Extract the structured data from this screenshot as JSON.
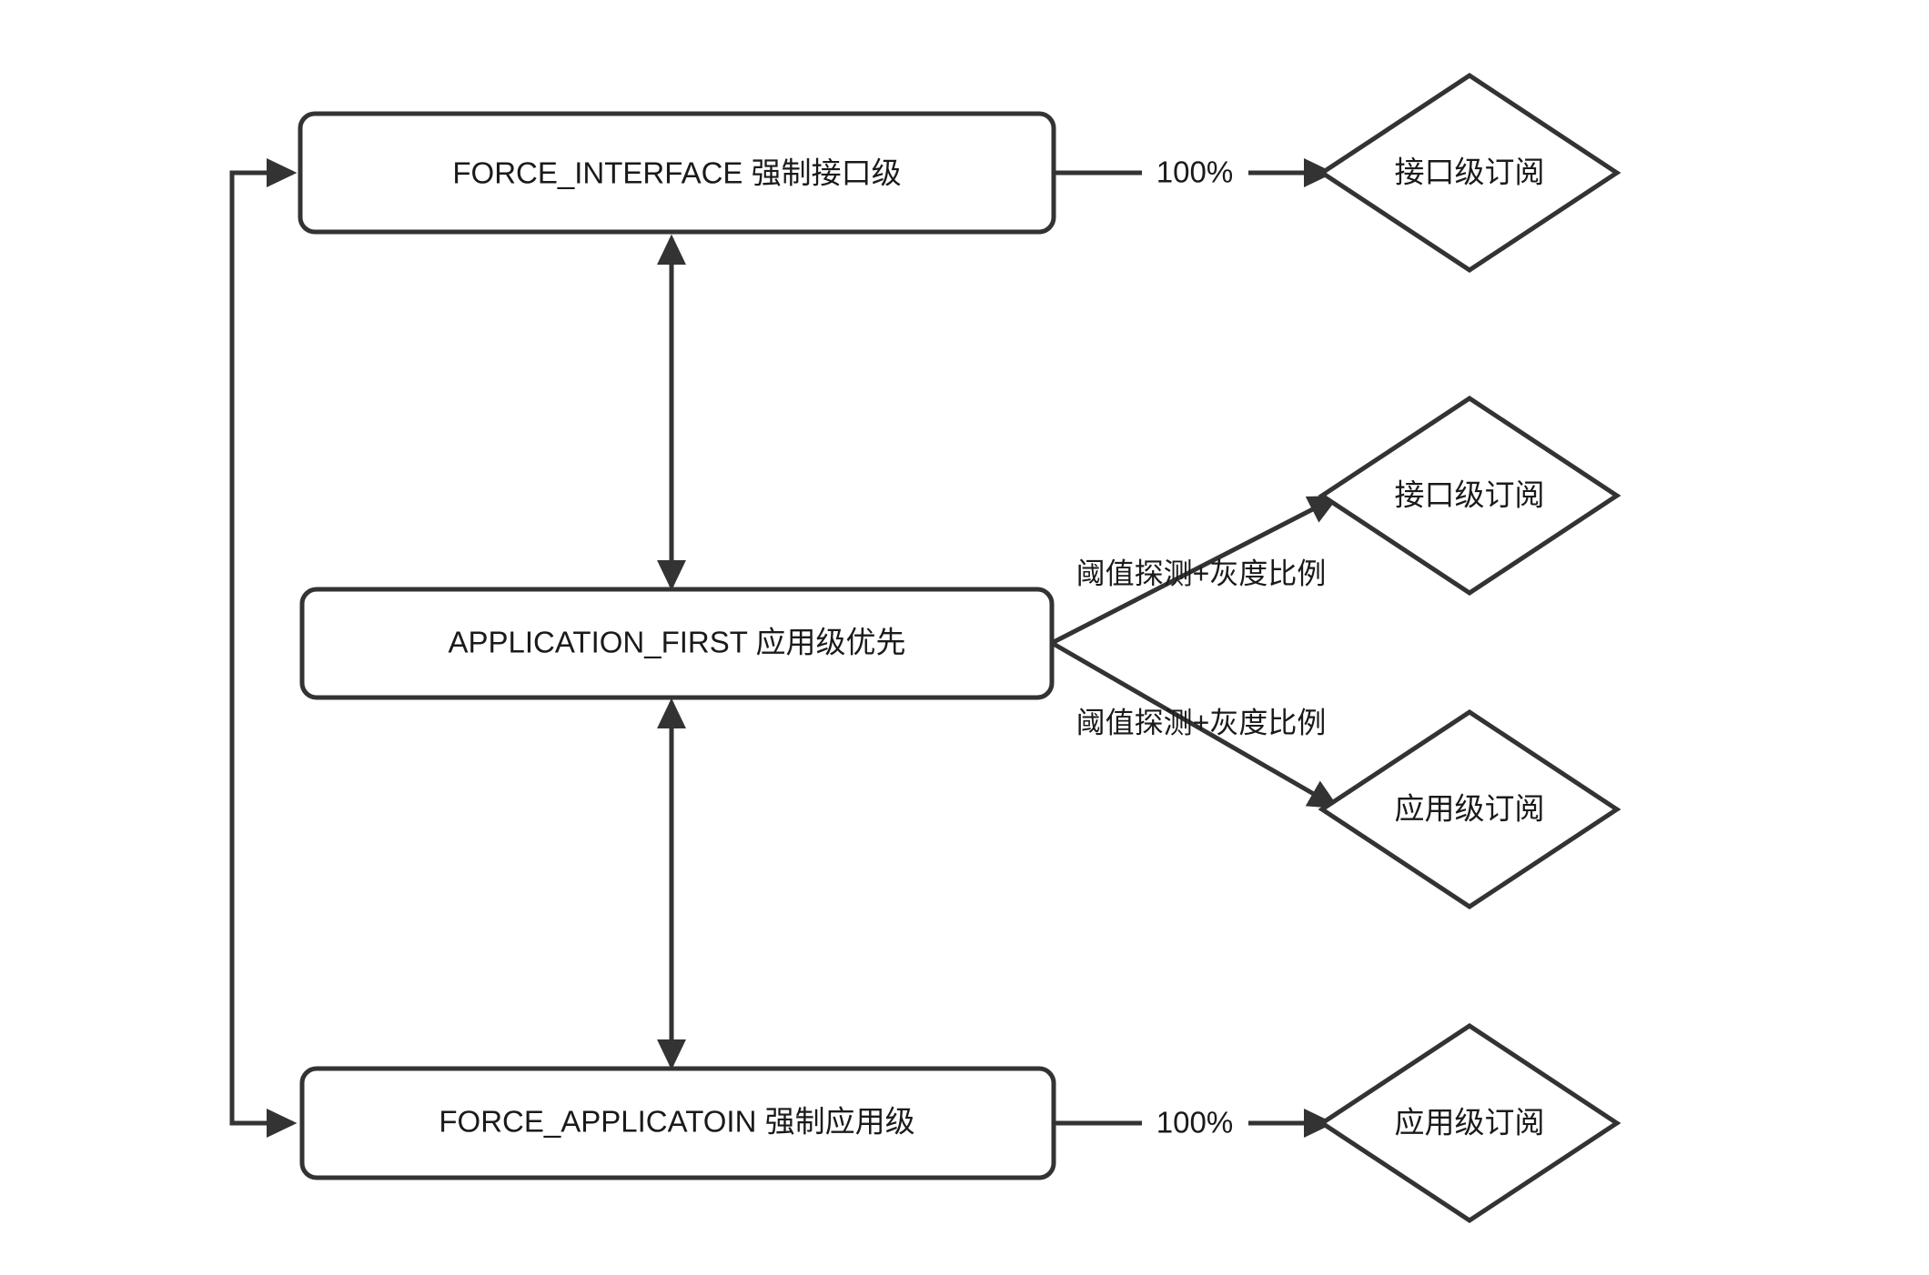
{
  "diagram": {
    "type": "flowchart",
    "background_color": "#ffffff",
    "stroke_color": "#333333",
    "text_color": "#1a1a1a",
    "nodes": [
      {
        "id": "force-interface",
        "shape": "rounded-rectangle",
        "label": "FORCE_INTERFACE 强制接口级"
      },
      {
        "id": "application-first",
        "shape": "rounded-rectangle",
        "label": "APPLICATION_FIRST 应用级优先"
      },
      {
        "id": "force-application",
        "shape": "rounded-rectangle",
        "label": "FORCE_APPLICATOIN 强制应用级"
      },
      {
        "id": "interface-sub-top",
        "shape": "diamond",
        "label": "接口级订阅"
      },
      {
        "id": "interface-sub-mid",
        "shape": "diamond",
        "label": "接口级订阅"
      },
      {
        "id": "application-sub-mid",
        "shape": "diamond",
        "label": "应用级订阅"
      },
      {
        "id": "application-sub-bottom",
        "shape": "diamond",
        "label": "应用级订阅"
      }
    ],
    "edges": [
      {
        "id": "edge-force-interface-to-interface-sub",
        "from": "force-interface",
        "to": "interface-sub-top",
        "label": "100%"
      },
      {
        "id": "edge-application-first-to-interface-sub",
        "from": "application-first",
        "to": "interface-sub-mid",
        "label": "阈值探测+灰度比例"
      },
      {
        "id": "edge-application-first-to-application-sub",
        "from": "application-first",
        "to": "application-sub-mid",
        "label": "阈值探测+灰度比例"
      },
      {
        "id": "edge-force-application-to-application-sub",
        "from": "force-application",
        "to": "application-sub-bottom",
        "label": "100%"
      },
      {
        "id": "edge-force-interface-application-first",
        "from": "force-interface",
        "to": "application-first",
        "label": "",
        "bidirectional": true
      },
      {
        "id": "edge-application-first-force-application",
        "from": "application-first",
        "to": "force-application",
        "label": "",
        "bidirectional": true
      },
      {
        "id": "edge-loop-left",
        "from": "force-application",
        "to": "force-interface",
        "label": "",
        "bidirectional": true
      }
    ]
  }
}
